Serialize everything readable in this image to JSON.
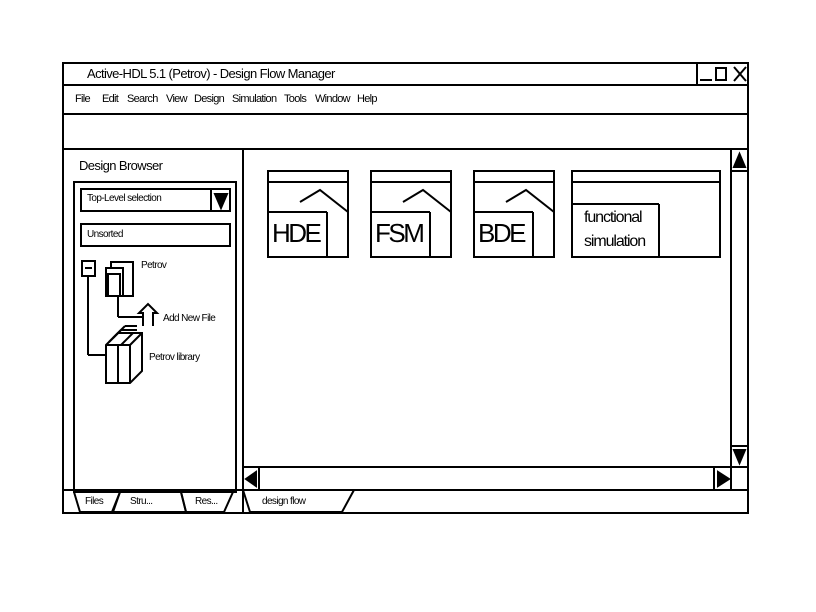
{
  "window": {
    "title": "Active-HDL 5.1 (Petrov) - Design Flow Manager",
    "controls": {
      "minimize": "_",
      "maximize": "□",
      "close": "X"
    }
  },
  "menu": {
    "items": [
      "File",
      "Edit",
      "Search",
      "View",
      "Design",
      "Simulation",
      "Tools",
      "Window",
      "Help"
    ]
  },
  "browser": {
    "title": "Design Browser",
    "selection_value": "Top-Level selection",
    "sort_value": "Unsorted",
    "tree": {
      "design": "Petrov",
      "add_file": "Add New File",
      "library": "Petrov library"
    },
    "tabs": [
      "Files",
      "Stru...",
      "Res..."
    ]
  },
  "flow": {
    "tiles": [
      "HDE",
      "FSM",
      "BDE"
    ],
    "functional": {
      "line1": "functional",
      "line2": "simulation"
    }
  },
  "bottom_tab": "design flow"
}
